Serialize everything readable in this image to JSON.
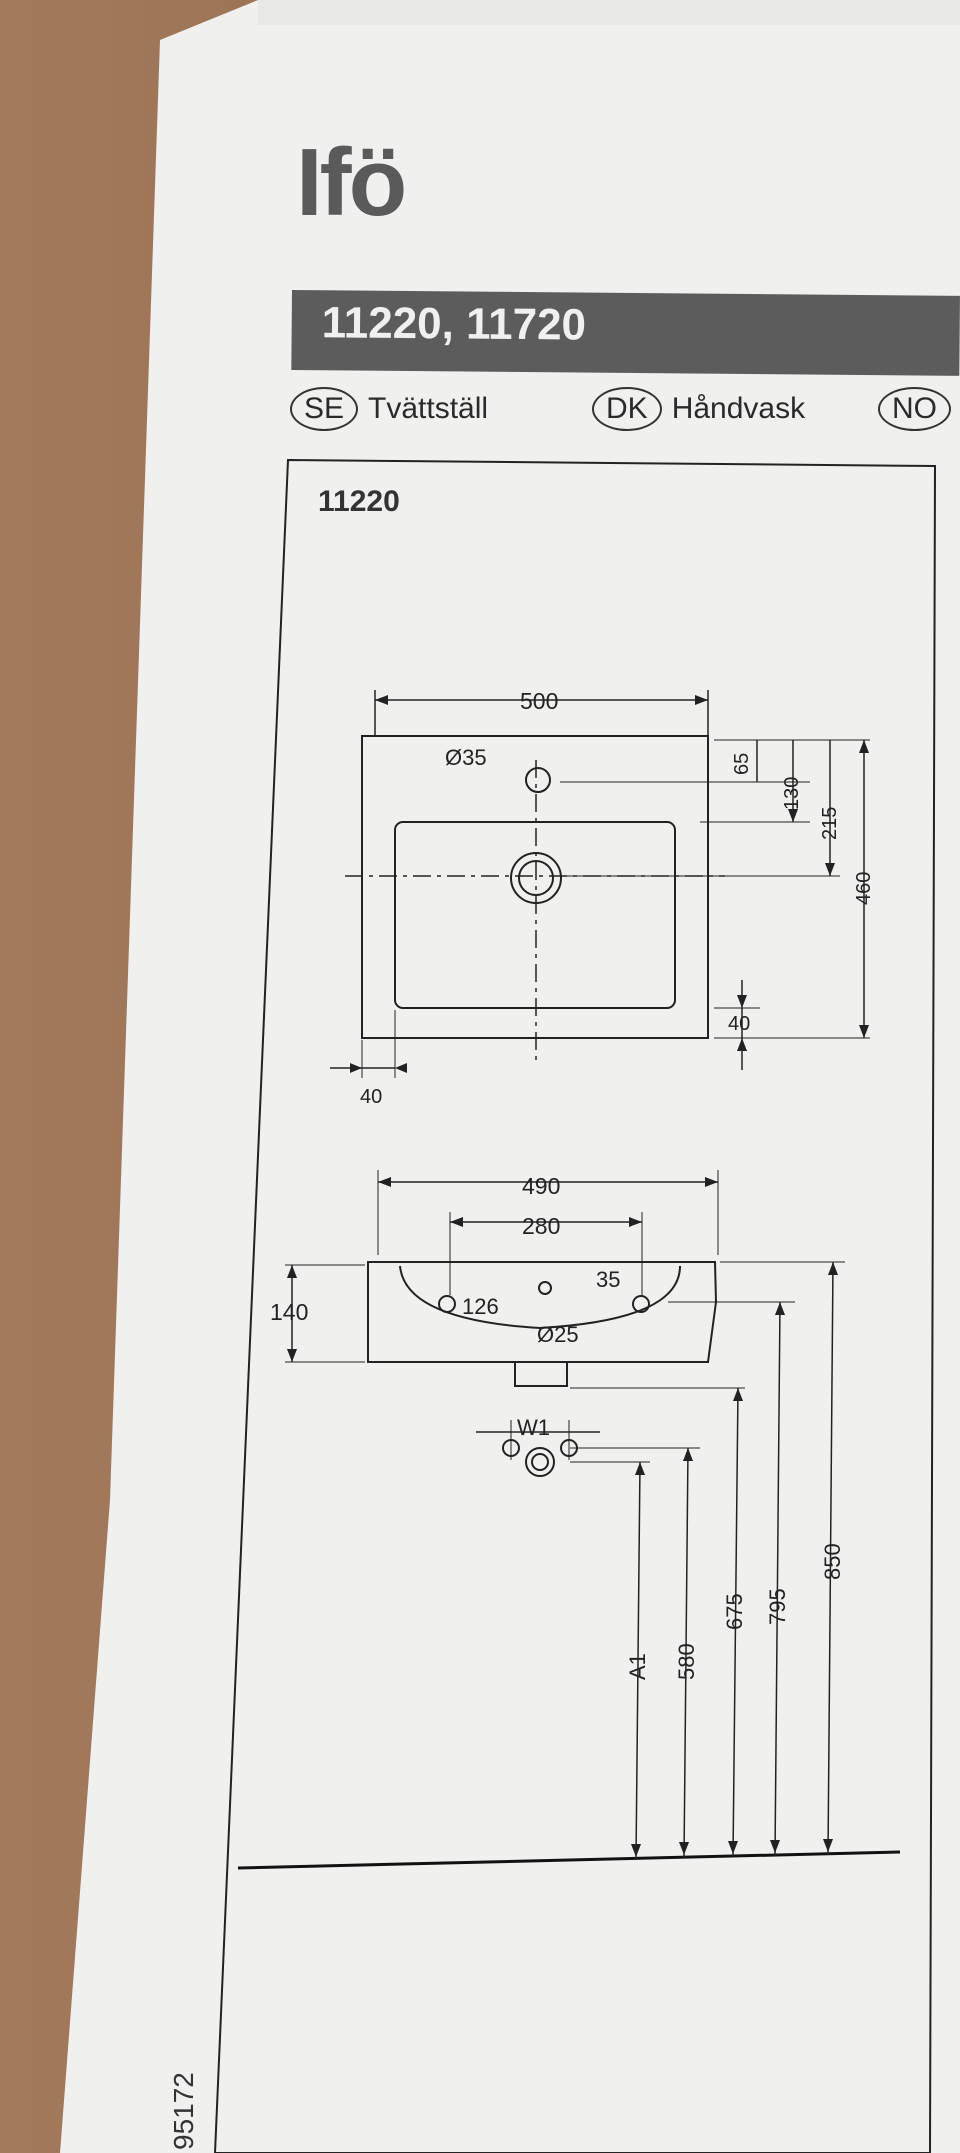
{
  "brand": {
    "logo_text": "Ifö"
  },
  "header": {
    "title": "11220, 11720"
  },
  "languages": [
    {
      "code": "SE",
      "label": "Tvättställ"
    },
    {
      "code": "DK",
      "label": "Håndvask"
    },
    {
      "code": "NO",
      "label": ""
    }
  ],
  "drawing": {
    "model": "11220",
    "top_view": {
      "width_label": "500",
      "depth_label": "460",
      "hole_diameter_label": "Ø35",
      "dim_65": "65",
      "dim_130": "130",
      "dim_215": "215",
      "dim_40_right": "40",
      "dim_40_left": "40"
    },
    "front_view": {
      "width_label": "490",
      "hole_spacing_label": "280",
      "height_label": "140",
      "dim_126": "126",
      "dim_35": "35",
      "drain_label": "Ø25",
      "w1_label": "W1",
      "a1_label": "A1",
      "h_580": "580",
      "h_675": "675",
      "h_795": "795",
      "h_850": "850"
    }
  },
  "doc_number": "95172"
}
